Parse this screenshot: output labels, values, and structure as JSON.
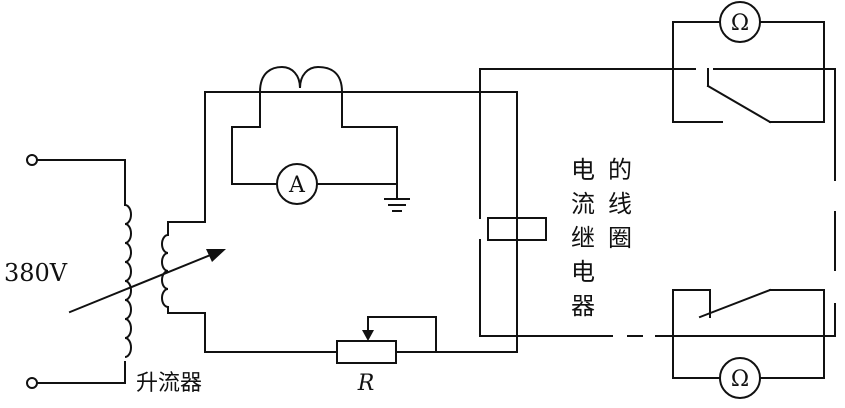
{
  "labels": {
    "supply_voltage": "380V",
    "transformer": "升流器",
    "resistor": "R",
    "ammeter": "A",
    "ohmmeter_top": "Ω",
    "ohmmeter_bottom": "Ω",
    "relay_coil_col1": [
      "电",
      "流",
      "继",
      "电",
      "器"
    ],
    "relay_coil_col2": [
      "的",
      "线",
      "圈"
    ]
  },
  "icons": [
    "terminal-icon",
    "transformer-coil-icon",
    "variable-arrow-icon",
    "current-transformer-icon",
    "ammeter-icon",
    "ground-icon",
    "rheostat-icon",
    "relay-coil-icon",
    "ohmmeter-icon",
    "switch-contact-icon"
  ]
}
